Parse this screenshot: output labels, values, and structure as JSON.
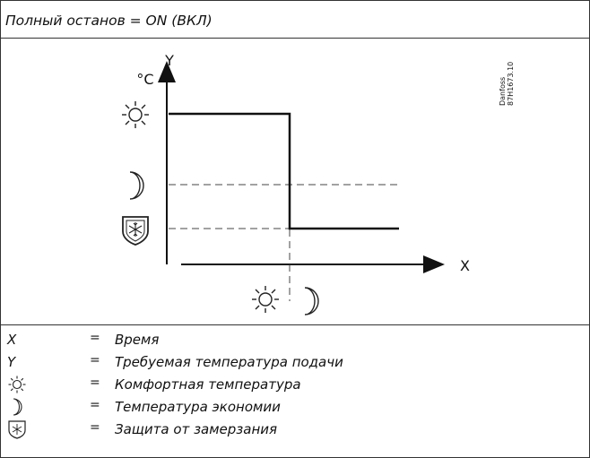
{
  "title": "Полный останов = ON (ВКЛ)",
  "ref_code": [
    "Danfoss",
    "87H1673.10"
  ],
  "axes": {
    "x_label": "X",
    "y_label": "Y",
    "y_unit": "°C"
  },
  "diagram_icons": [
    "sun-icon",
    "moon-icon",
    "frost-shield-icon"
  ],
  "legend": [
    {
      "symbol": "X",
      "eq": "=",
      "text": "Время"
    },
    {
      "symbol": "Y",
      "eq": "=",
      "text": "Требуемая температура подачи"
    },
    {
      "icon": "sun-icon",
      "eq": "=",
      "text": "Комфортная температура"
    },
    {
      "icon": "moon-icon",
      "eq": "=",
      "text": "Температура экономии"
    },
    {
      "icon": "frost-shield-icon",
      "eq": "=",
      "text": "Защита от замерзания"
    }
  ]
}
